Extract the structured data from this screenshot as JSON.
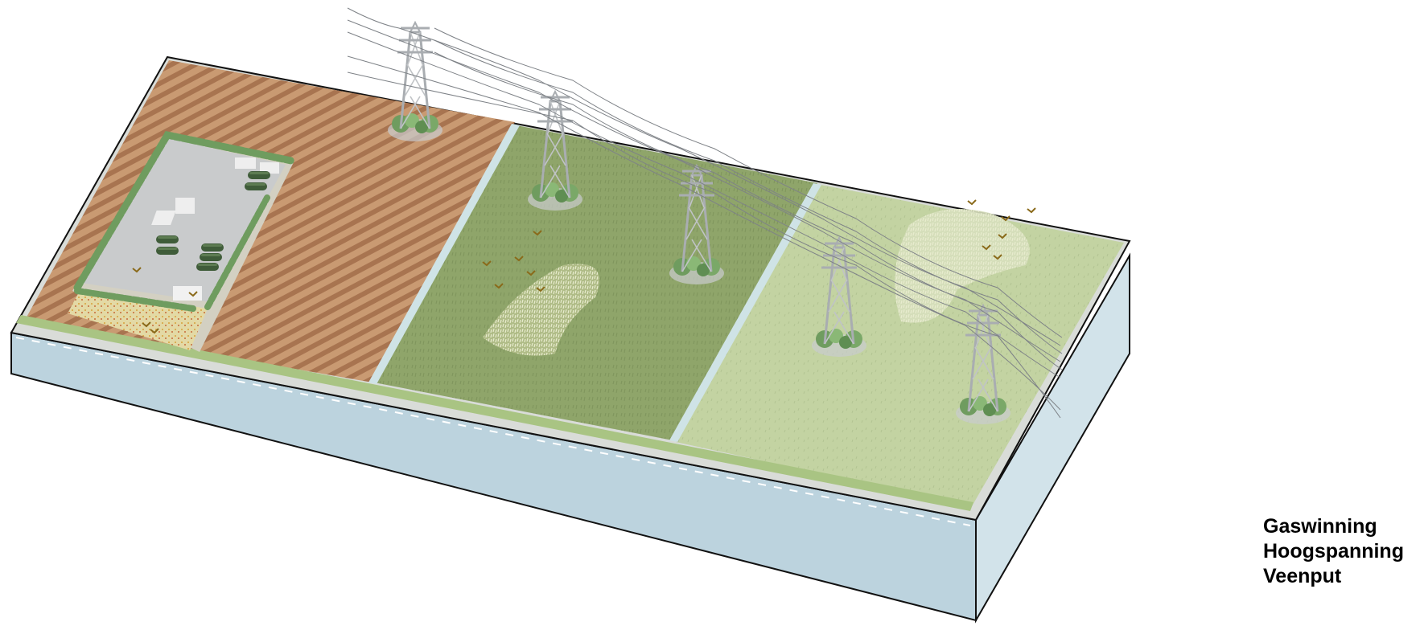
{
  "legend": {
    "items": [
      "Gaswinning",
      "Hoogspanning",
      "Veenput"
    ]
  },
  "colors": {
    "plowed_field": "#c99a72",
    "furrow": "#a87450",
    "meadow_mid": "#8fa56a",
    "meadow_right": "#c3d3a2",
    "water": "#bcd3de",
    "road": "#d9dcd8",
    "facility_pad": "#c9cbcc",
    "hedge": "#6f9c5f",
    "pylon": "#b9bcbf",
    "bird": "#8a6a1a"
  },
  "icons": [
    "pylon-icon",
    "bird-icon",
    "gas-tank-icon",
    "shrub-icon"
  ]
}
